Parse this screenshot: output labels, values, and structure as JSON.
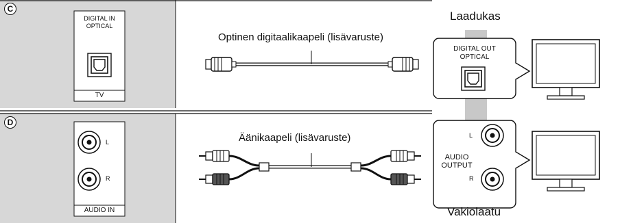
{
  "sections": [
    {
      "badge": "C",
      "jack_label": "DIGITAL IN\nOPTICAL",
      "device": "TV",
      "cable_label": "Optinen digitaalikaapeli (lisävaruste)"
    },
    {
      "badge": "D",
      "jack_l": "L",
      "jack_r": "R",
      "device": "AUDIO IN",
      "cable_label": "Äänikaapeli (lisävaruste)"
    }
  ],
  "right": {
    "top_label": "Laadukas",
    "bottom_label": "Vakiolaatu",
    "digital_out": "DIGITAL OUT\nOPTICAL",
    "audio_output": "AUDIO\nOUTPUT",
    "jack_l": "L",
    "jack_r": "R"
  },
  "colors": {
    "panel": "#d7d7d7",
    "line": "#111111"
  }
}
